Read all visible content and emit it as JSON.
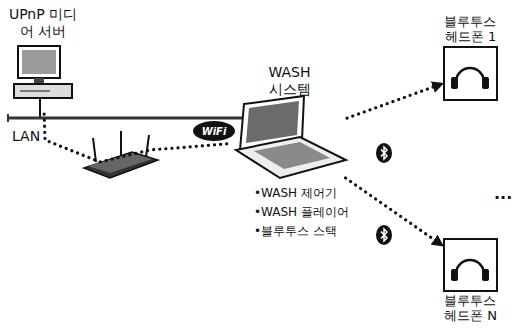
{
  "diagram": {
    "nodes": [
      {
        "text": [
          "UPnP 미디어 서버"
        ]
      },
      {
        "text": [
          "WASH 시스템",
          "•WASH 제어기",
          "•WASH 플레이어",
          "•블루투스 스택"
        ]
      },
      {
        "text": [
          "블루투스 헤드폰 1"
        ]
      },
      {
        "text": [
          "블루투스 헤드폰 N"
        ]
      }
    ],
    "edges": [
      {
        "from": 0,
        "to": 1,
        "arrow": "none"
      },
      {
        "from": 1,
        "to": 2,
        "arrow": "to"
      },
      {
        "from": 1,
        "to": 3,
        "arrow": "to"
      }
    ],
    "labels": [
      "LAN",
      "WiFi",
      "..."
    ]
  }
}
